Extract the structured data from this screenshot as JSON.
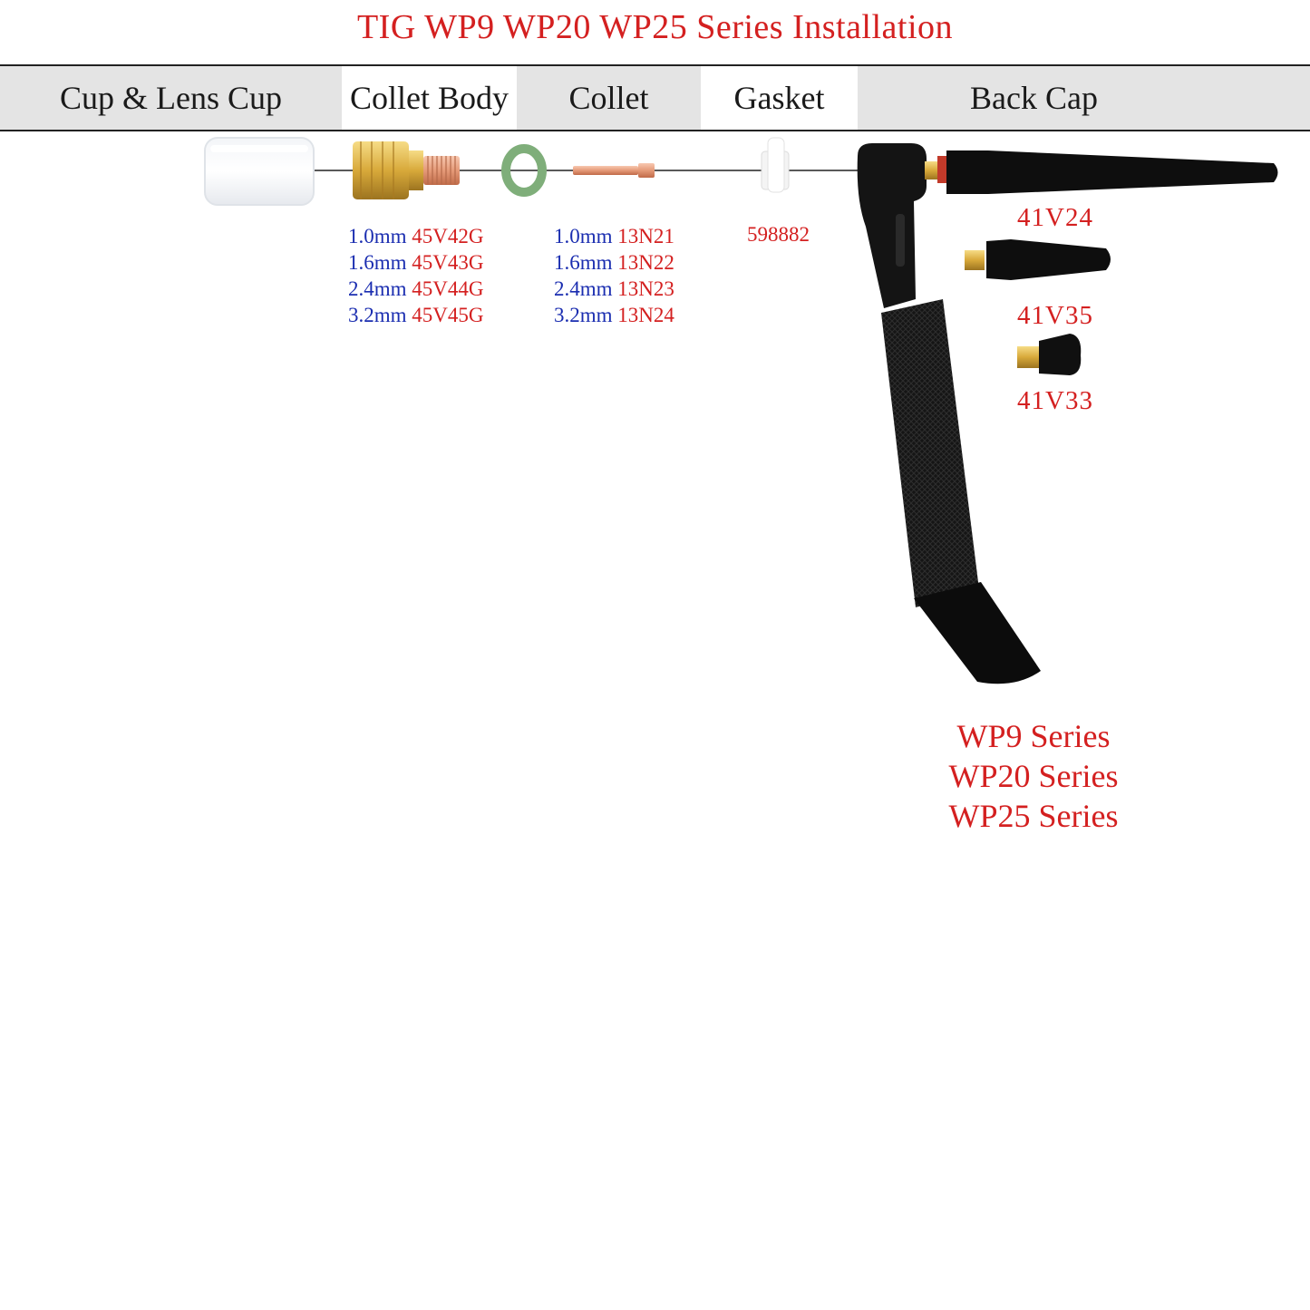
{
  "title": "TIG WP9 WP20 WP25 Series Installation",
  "header": {
    "cup": "Cup & Lens Cup",
    "collet_body": "Collet Body",
    "collet": "Collet",
    "gasket": "Gasket",
    "back_cap": "Back Cap"
  },
  "collet_body_parts": [
    {
      "size": "1.0mm",
      "code": "45V42G"
    },
    {
      "size": "1.6mm",
      "code": "45V43G"
    },
    {
      "size": "2.4mm",
      "code": "45V44G"
    },
    {
      "size": "3.2mm",
      "code": "45V45G"
    }
  ],
  "collet_parts": [
    {
      "size": "1.0mm",
      "code": "13N21"
    },
    {
      "size": "1.6mm",
      "code": "13N22"
    },
    {
      "size": "2.4mm",
      "code": "13N23"
    },
    {
      "size": "3.2mm",
      "code": "13N24"
    }
  ],
  "gasket_code": "598882",
  "back_caps": {
    "long": "41V24",
    "medium": "41V35",
    "short": "41V33"
  },
  "series": [
    "WP9 Series",
    "WP20 Series",
    "WP25 Series"
  ],
  "colors": {
    "accent_red": "#d42020",
    "size_blue": "#1a2db0",
    "header_gray": "#e4e4e4",
    "torch_black": "#111111",
    "brass": "#d8a93a",
    "copper": "#e59a78",
    "oring_green": "#7fae7a"
  }
}
